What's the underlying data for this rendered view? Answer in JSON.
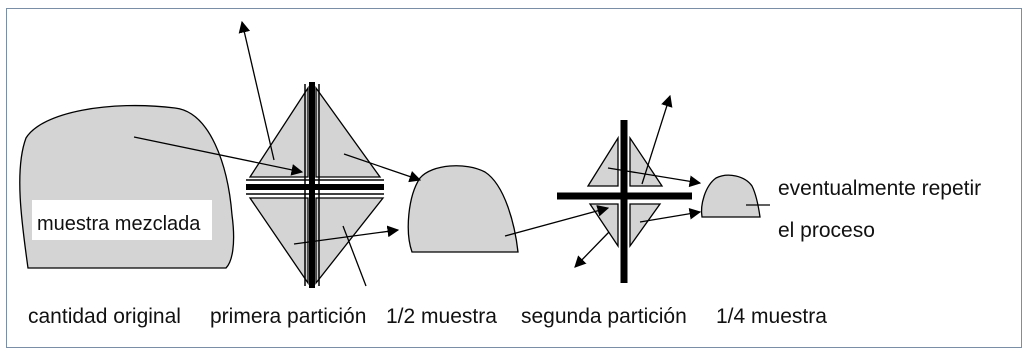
{
  "labels": {
    "inner_mixed": "muestra mezclada",
    "original_amount": "cantidad original",
    "first_partition": "primera partición",
    "half_sample": "1/2 muestra",
    "second_partition": "segunda partición",
    "quarter_sample": "1/4 muestra",
    "repeat_line1": "eventualmente repetir",
    "repeat_line2": "el proceso"
  },
  "colors": {
    "fill": "#d4d4d4",
    "stroke": "#000000",
    "frame": "#7a8fa6"
  }
}
